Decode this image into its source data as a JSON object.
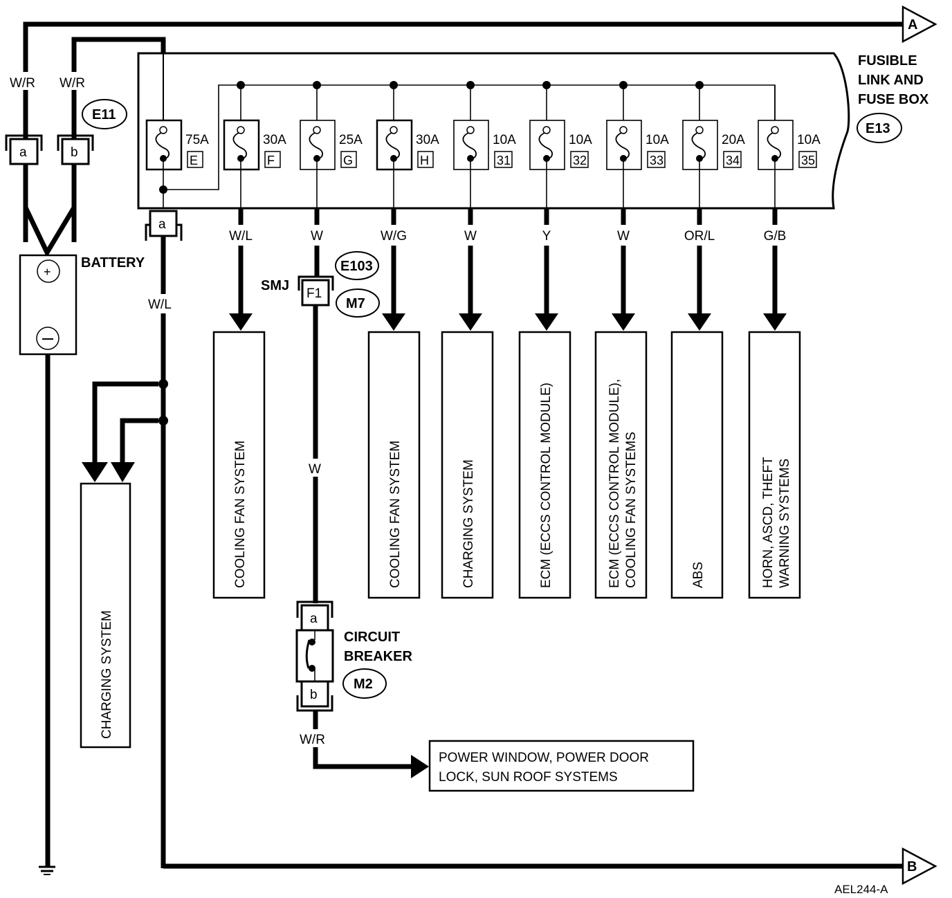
{
  "diagram": {
    "code": "AEL244-A",
    "connectors": {
      "A": "A",
      "B": "B"
    },
    "battery": {
      "label": "BATTERY",
      "plus": "+",
      "minus": "−"
    },
    "battery_connector": {
      "id": "E11",
      "pins": [
        "a",
        "b"
      ],
      "wires": [
        "W/R",
        "W/R"
      ]
    },
    "fuse_box": {
      "title_lines": [
        "FUSIBLE",
        "LINK AND",
        "FUSE BOX"
      ],
      "id": "E13",
      "out_connector_pin": "a",
      "fuses": [
        {
          "amp": "75A",
          "id": "E",
          "wire": "W/L",
          "load": ""
        },
        {
          "amp": "30A",
          "id": "F",
          "wire": "W/L",
          "load": "COOLING FAN SYSTEM"
        },
        {
          "amp": "25A",
          "id": "G",
          "wire": "W",
          "load": ""
        },
        {
          "amp": "30A",
          "id": "H",
          "wire": "W/G",
          "load": "COOLING FAN SYSTEM"
        },
        {
          "amp": "10A",
          "id": "31",
          "wire": "W",
          "load": "CHARGING SYSTEM"
        },
        {
          "amp": "10A",
          "id": "32",
          "wire": "Y",
          "load": "ECM (ECCS CONTROL MODULE)"
        },
        {
          "amp": "10A",
          "id": "33",
          "wire": "W",
          "load_lines": [
            "ECM (ECCS CONTROL MODULE),",
            "COOLING FAN SYSTEMS"
          ]
        },
        {
          "amp": "20A",
          "id": "34",
          "wire": "OR/L",
          "load": "ABS"
        },
        {
          "amp": "10A",
          "id": "35",
          "wire": "G/B",
          "load_lines": [
            "HORN, ASCD, THEFT",
            "WARNING SYSTEMS"
          ]
        }
      ]
    },
    "charging_system_left": {
      "wire": "W/L",
      "label": "CHARGING SYSTEM"
    },
    "smj": {
      "label": "SMJ",
      "pin": "F1",
      "ids": [
        "E103",
        "M7"
      ],
      "wire_below": "W"
    },
    "circuit_breaker": {
      "label_lines": [
        "CIRCUIT",
        "BREAKER"
      ],
      "id": "M2",
      "pins": [
        "a",
        "b"
      ],
      "wire_out": "W/R"
    },
    "power_window": {
      "lines": [
        "POWER WINDOW, POWER  DOOR",
        "LOCK, SUN ROOF SYSTEMS"
      ]
    }
  }
}
